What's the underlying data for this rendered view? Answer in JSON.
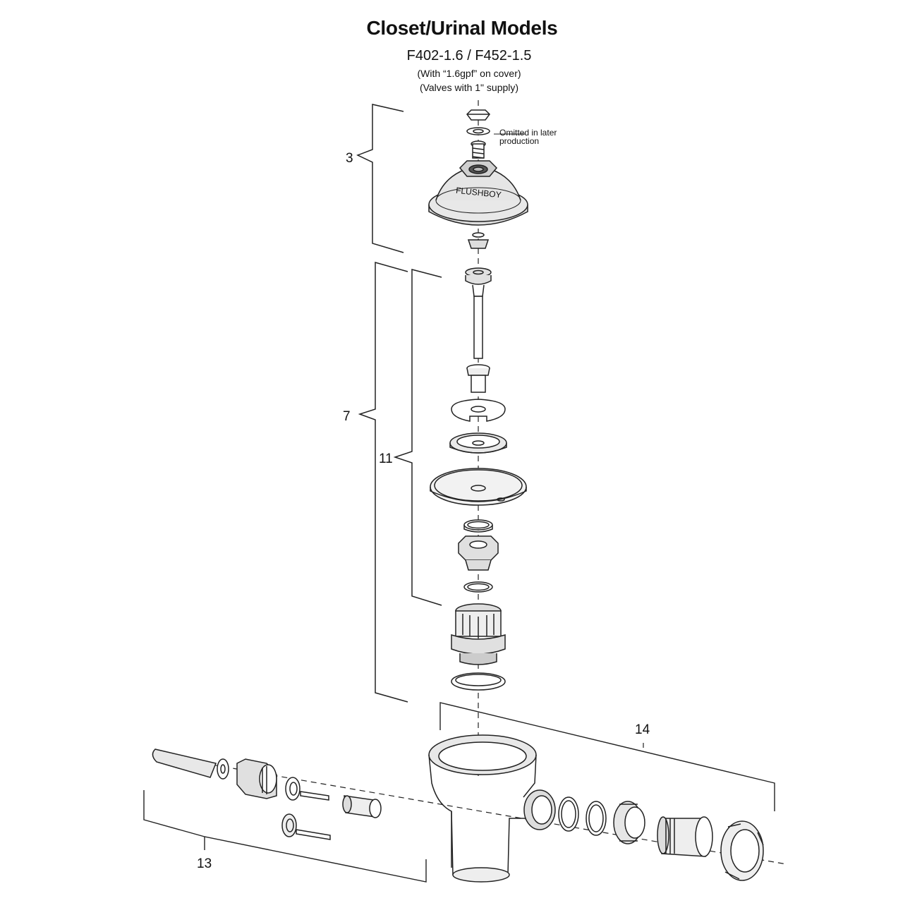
{
  "header": {
    "title": "Closet/Urinal Models",
    "models": "F402-1.6 / F452-1.5",
    "note_cover": "(With “1.6gpf” on cover)",
    "note_supply": "(Valves with 1\" supply)"
  },
  "callouts": {
    "omitted_line1": "Omitted in later",
    "omitted_line2": "production",
    "cover_brand": "FLUSHBOY",
    "label_3": "3",
    "label_7": "7",
    "label_11": "11",
    "label_13": "13",
    "label_14": "14"
  }
}
